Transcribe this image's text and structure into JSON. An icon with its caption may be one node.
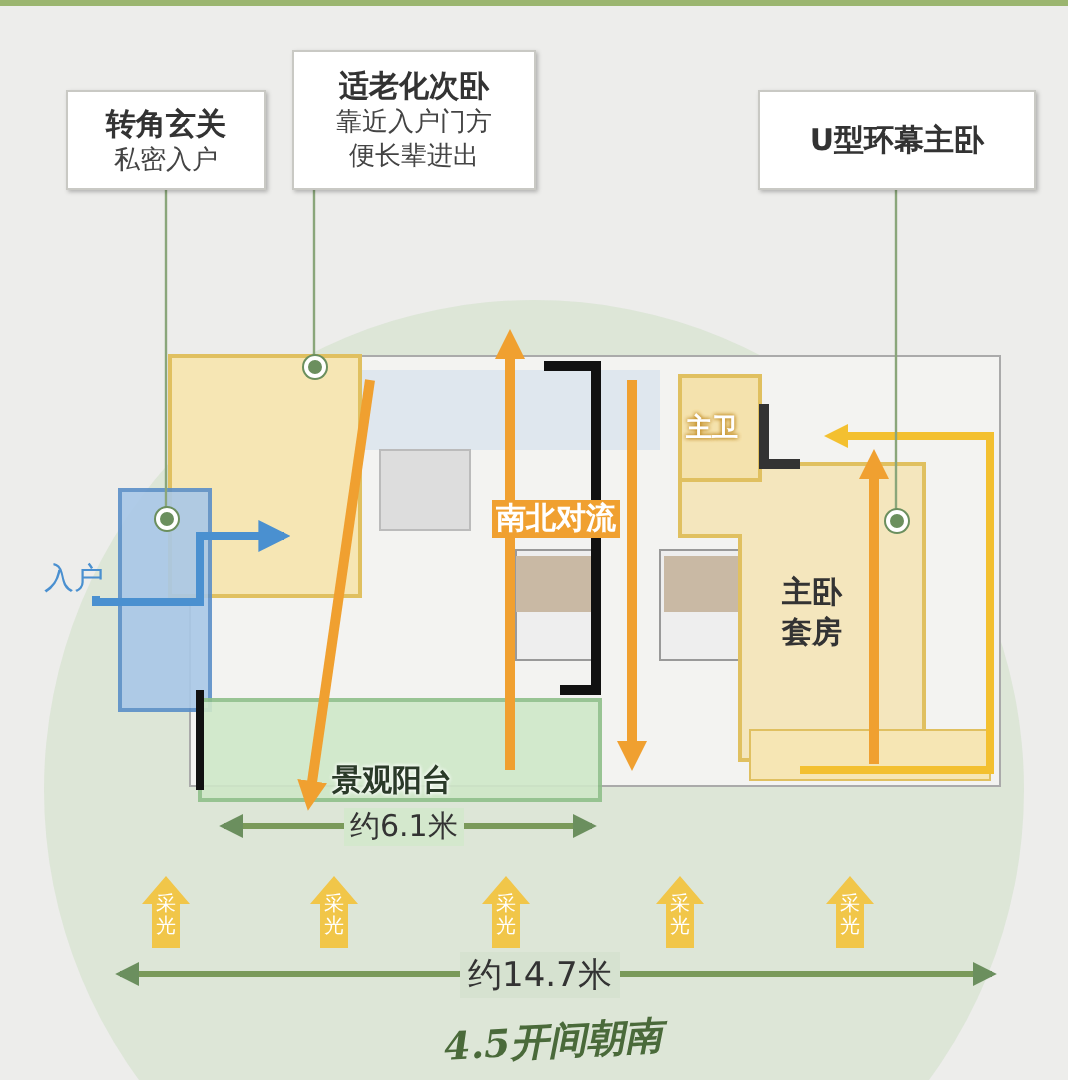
{
  "diagram": {
    "nodes": [
      {
        "text": [
          "转角玄关",
          "私密入户"
        ]
      },
      {
        "text": [
          "适老化次卧",
          "靠近入户门方便长辈进出"
        ]
      },
      {
        "text": [
          "U型环幕主卧"
        ]
      },
      {
        "text": [],
        "shape": "circle"
      },
      {
        "text": [],
        "shape": "circle"
      },
      {
        "text": [],
        "shape": "circle"
      },
      {
        "text": [
          "入户"
        ]
      }
    ],
    "edges": [
      {
        "from": 0,
        "to": 3,
        "arrow": "none"
      },
      {
        "from": 1,
        "to": 4,
        "arrow": "none"
      },
      {
        "from": 2,
        "to": 5,
        "arrow": "none"
      },
      {
        "from": 6,
        "to": null,
        "arrow": "to",
        "color": "#4a90d0",
        "style": "thick"
      }
    ],
    "labels": [
      "南北对流",
      "主卫",
      "主卧套房",
      "景观阳台",
      "约6.1米",
      "约14.7米",
      "采光",
      "采光",
      "采光",
      "采光",
      "采光",
      "4.5开间朝南"
    ]
  }
}
